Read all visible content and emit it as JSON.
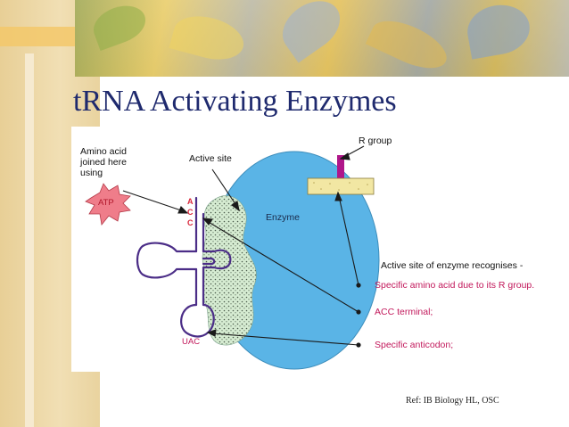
{
  "slide": {
    "title": "tRNA Activating Enzymes",
    "reference": "Ref: IB Biology HL, OSC"
  },
  "diagram": {
    "labels": {
      "amino_acid_line1": "Amino acid",
      "amino_acid_line2": "joined here",
      "amino_acid_line3": "using",
      "atp": "ATP",
      "active_site": "Active site",
      "r_group": "R group",
      "enzyme": "Enzyme",
      "acc_a": "A",
      "acc_c1": "C",
      "acc_c2": "C",
      "anticodon": "UAC",
      "recognises_heading": "Active site of enzyme recognises -",
      "point_amino_acid": "Specific amino acid due to its R group.",
      "point_acc": "ACC terminal;",
      "point_anticodon": "Specific anticodon;"
    },
    "colors": {
      "enzyme_fill": "#5ab4e6",
      "active_site_fill": "#d6ecd2",
      "trna_stroke": "#4b2d87",
      "red_text": "#d9263a",
      "magenta_text": "#c2185b",
      "atp_star": "#ef7d8a",
      "r_group_bar": "#b0168a",
      "amino_block": "#f2e7a3",
      "title": "#1f2a6e"
    }
  }
}
